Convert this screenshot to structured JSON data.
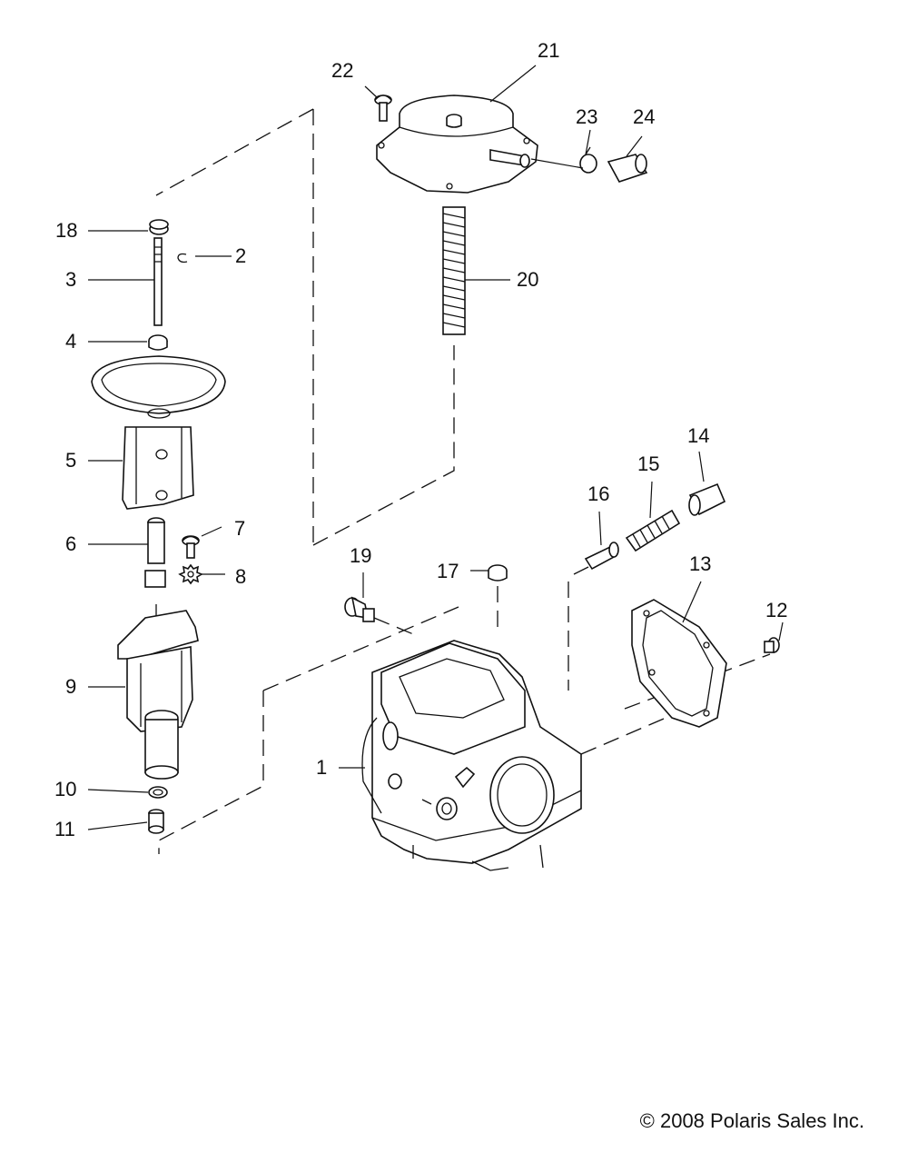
{
  "callouts": {
    "p1": "1",
    "p2": "2",
    "p3": "3",
    "p4": "4",
    "p5": "5",
    "p6": "6",
    "p7": "7",
    "p8": "8",
    "p9": "9",
    "p10": "10",
    "p11": "11",
    "p12": "12",
    "p13": "13",
    "p14": "14",
    "p15": "15",
    "p16": "16",
    "p17": "17",
    "p18": "18",
    "p19": "19",
    "p20": "20",
    "p21": "21",
    "p22": "22",
    "p23": "23",
    "p24": "24"
  },
  "copyright": "© 2008 Polaris Sales Inc."
}
